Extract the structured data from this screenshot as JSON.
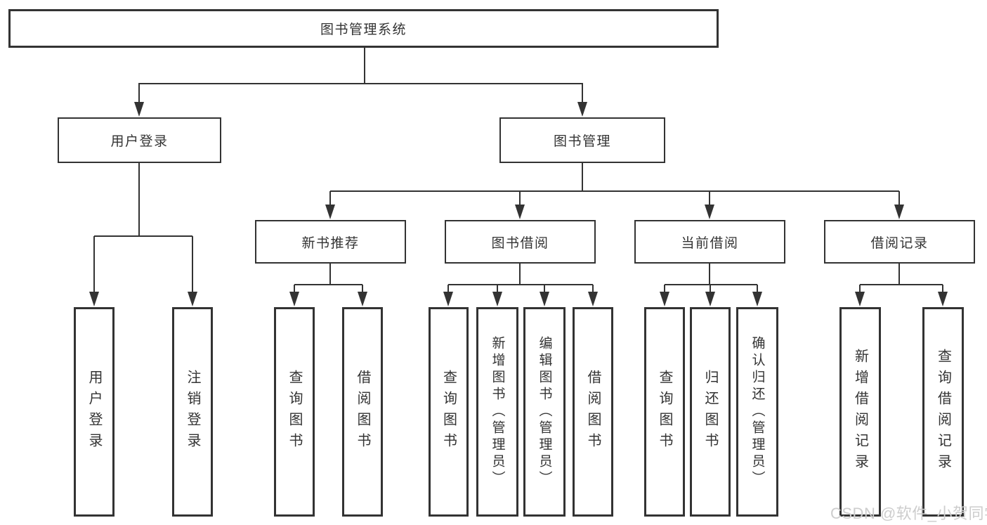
{
  "tree": {
    "label": "图书管理系统",
    "children": [
      {
        "label": "用户登录",
        "children": [
          {
            "label": "用户登录"
          },
          {
            "label": "注销登录"
          }
        ]
      },
      {
        "label": "图书管理",
        "children": [
          {
            "label": "新书推荐",
            "children": [
              {
                "label": "查询图书"
              },
              {
                "label": "借阅图书"
              }
            ]
          },
          {
            "label": "图书借阅",
            "children": [
              {
                "label": "查询图书"
              },
              {
                "label": "新增图书（管理员）"
              },
              {
                "label": "编辑图书（管理员）"
              },
              {
                "label": "借阅图书"
              }
            ]
          },
          {
            "label": "当前借阅",
            "children": [
              {
                "label": "查询图书"
              },
              {
                "label": "归还图书"
              },
              {
                "label": "确认归还（管理员）"
              }
            ]
          },
          {
            "label": "借阅记录",
            "children": [
              {
                "label": "新增借阅记录"
              },
              {
                "label": "查询借阅记录"
              }
            ]
          }
        ]
      }
    ]
  },
  "watermark": {
    "text": "CSDN @软件_小贺同学"
  },
  "colors": {
    "line": "#333333",
    "text": "#333333",
    "background": "#ffffff",
    "watermark": "#cdcdcd"
  }
}
